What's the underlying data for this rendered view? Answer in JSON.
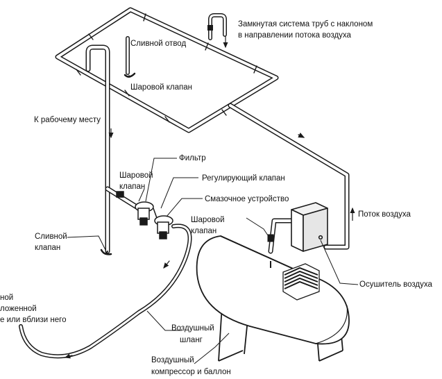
{
  "labels": {
    "closed_loop_line1": "Замкнутая система труб с наклоном",
    "closed_loop_line2": "в направлении потока воздуха",
    "drain_branch": "Сливной отвод",
    "ball_valve_top": "Шаровой клапан",
    "to_workplace": "К рабочему месту",
    "filter": "Фильтр",
    "ball_valve_left_line1": "Шаровой",
    "ball_valve_left_line2": "клапан",
    "regulating_valve": "Регулирующий клапан",
    "lubricator": "Смазочное устройство",
    "ball_valve_right_line1": "Шаровой",
    "ball_valve_right_line2": "клапан",
    "air_flow": "Поток воздуха",
    "drain_valve_line1": "Сливной",
    "drain_valve_line2": "клапан",
    "cut_line1": "ной",
    "cut_line2": "ложенной",
    "cut_line3": "е или вблизи него",
    "air_hose_line1": "Воздушный",
    "air_hose_line2": "шланг",
    "air_dryer": "Осушитель воздуха",
    "compressor_line1": "Воздушный",
    "compressor_line2": "компрессор и баллон"
  },
  "colors": {
    "ink": "#1a1a1a",
    "pipe_fill": "#ffffff",
    "hose": "#2a2a2a"
  }
}
